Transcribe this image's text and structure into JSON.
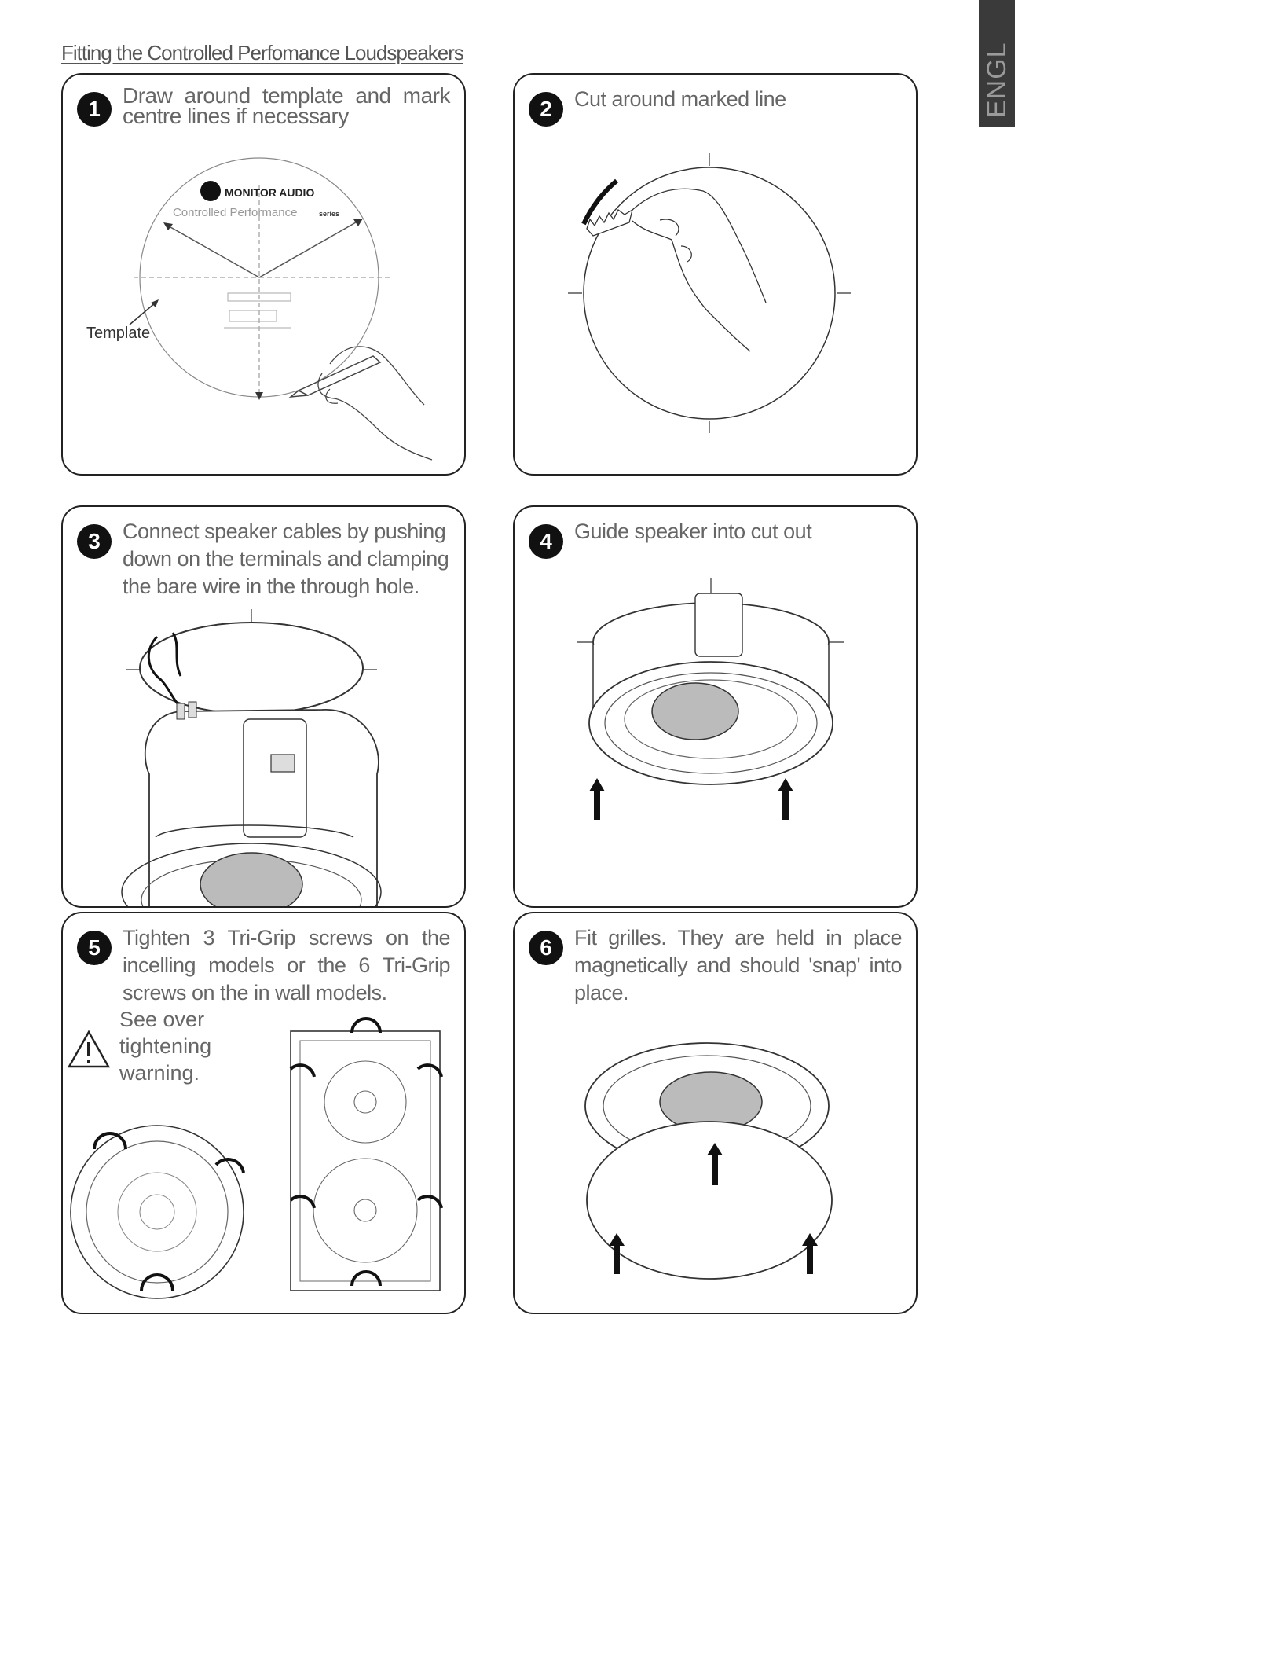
{
  "page": {
    "title": "Fitting the Controlled Perfomance Loudspeakers",
    "side_tab": "ENGL"
  },
  "steps": [
    {
      "number": "1",
      "text": "Draw around template and mark centre lines if necessary",
      "labels": {
        "template": "Template",
        "brand": "MONITOR AUDIO",
        "series": "Controlled Performance",
        "series_suffix": "series"
      }
    },
    {
      "number": "2",
      "text": "Cut around marked line"
    },
    {
      "number": "3",
      "text": "Connect speaker cables by pushing down on the terminals and clamping the bare wire in the through hole."
    },
    {
      "number": "4",
      "text": "Guide speaker into cut out"
    },
    {
      "number": "5",
      "text": "Tighten 3 Tri-Grip screws on the incelling models or the 6 Tri-Grip screws on the in wall models.",
      "warning": "See over tightening warning."
    },
    {
      "number": "6",
      "text": "Fit grilles. They are held in place magnetically and should 'snap' into place."
    }
  ],
  "icons": [
    "warning-triangle-icon",
    "arrow-up-icon",
    "rotate-clockwise-icon"
  ]
}
